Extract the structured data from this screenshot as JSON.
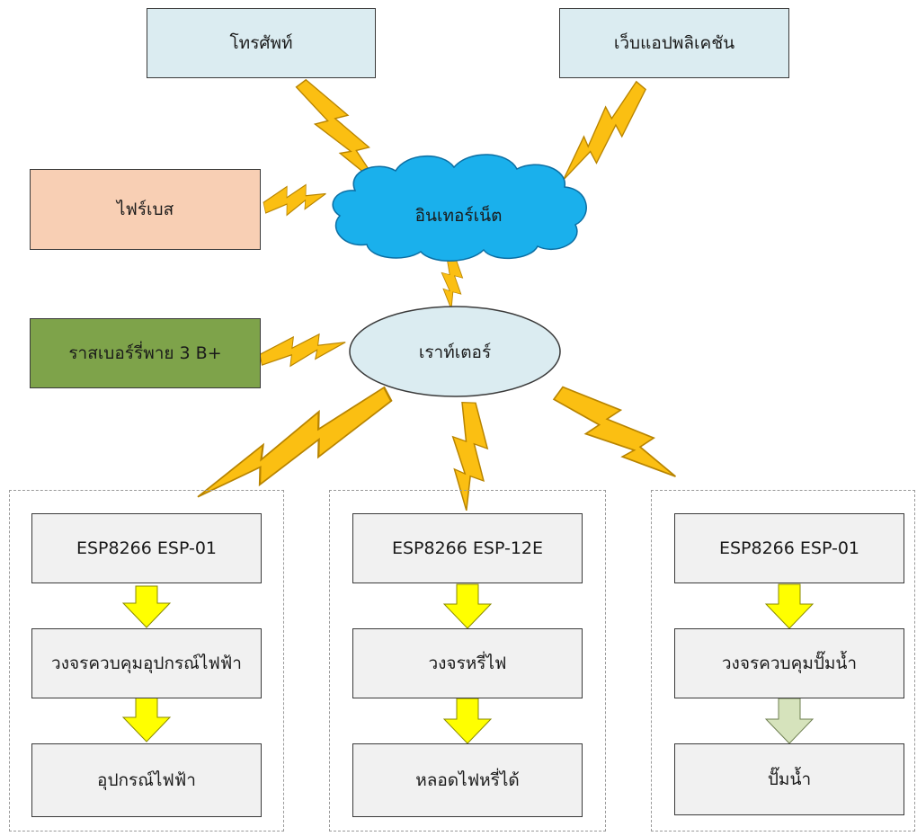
{
  "nodes": {
    "phone": "โทรศัพท์",
    "web_app": "เว็บแอปพลิเคชัน",
    "firebase": "ไฟร์เบส",
    "internet": "อินเทอร์เน็ต",
    "raspberry_pi": "ราสเบอร์รี่พาย 3 B+",
    "router": "เราท์เตอร์"
  },
  "groups": [
    {
      "module": "ESP8266 ESP-01",
      "circuit": "วงจรควบคุมอุปกรณ์ไฟฟ้า",
      "device": "อุปกรณ์ไฟฟ้า"
    },
    {
      "module": "ESP8266 ESP-12E",
      "circuit": "วงจรหรี่ไฟ",
      "device": "หลอดไฟหรี่ได้"
    },
    {
      "module": "ESP8266 ESP-01",
      "circuit": "วงจรควบคุมปั๊มน้ำ",
      "device": "ปั๊มน้ำ"
    }
  ],
  "colors": {
    "box_blue": "#dbecf1",
    "box_peach": "#f8cfb4",
    "box_green": "#7ea34a",
    "box_grey": "#f1f1f1",
    "cloud": "#1ab0ec",
    "router_ellipse": "#dbecf1",
    "bolt": "#fbbf12",
    "arrow_yellow": "#ffff00",
    "arrow_sage": "#d6e3bc"
  }
}
